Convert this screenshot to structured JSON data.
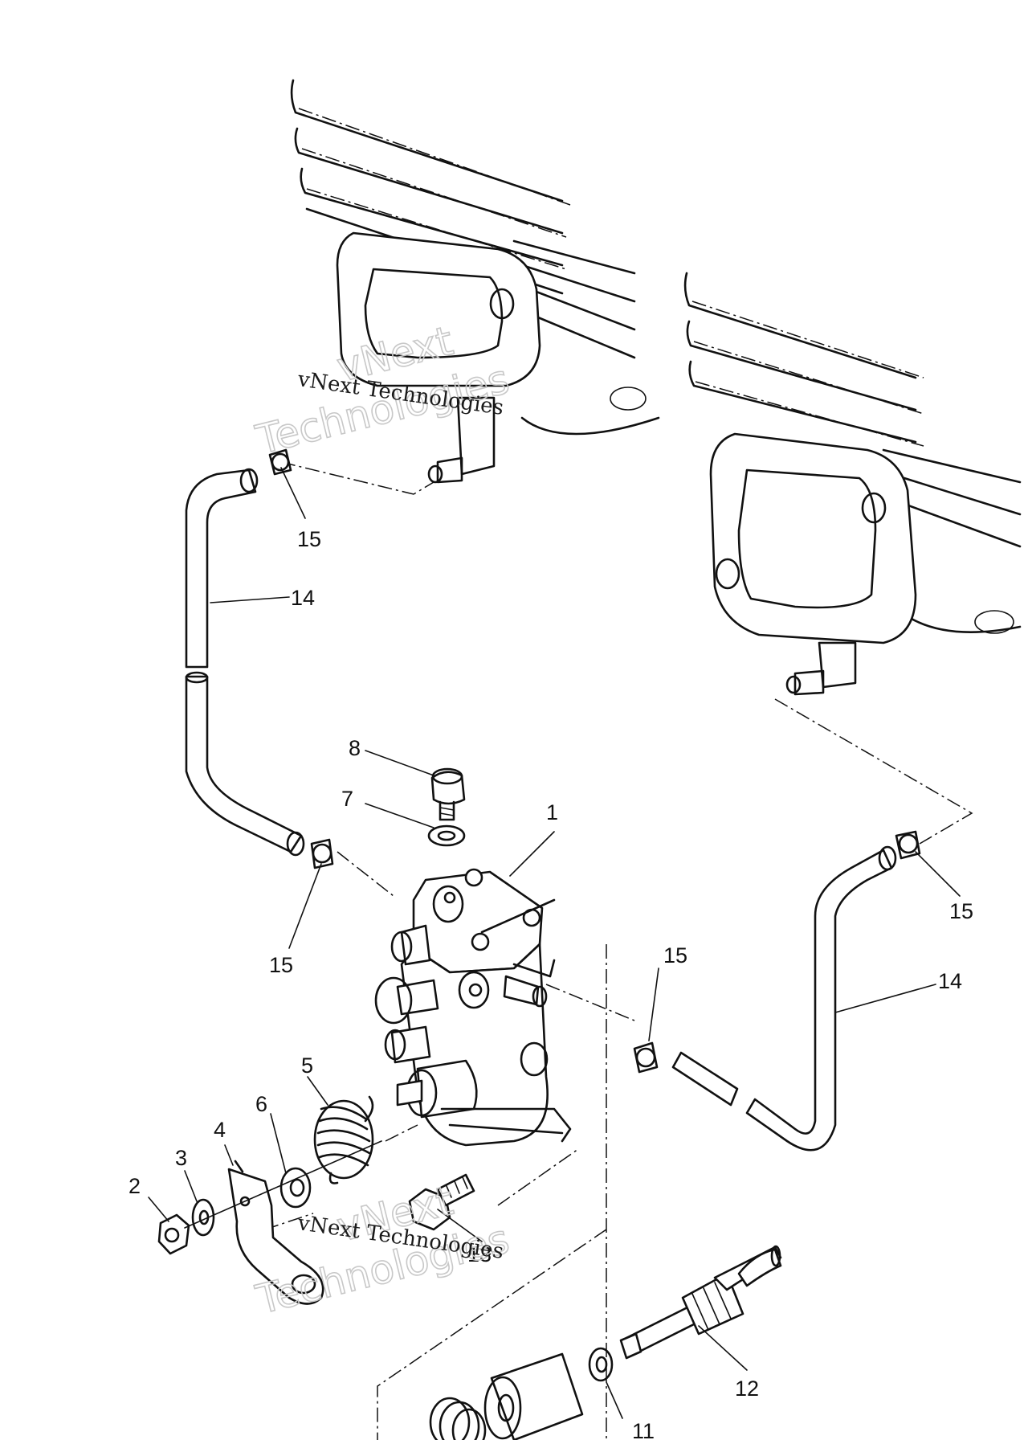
{
  "callouts": [
    {
      "id": "1",
      "text": "1"
    },
    {
      "id": "2",
      "text": "2"
    },
    {
      "id": "3",
      "text": "3"
    },
    {
      "id": "4",
      "text": "4"
    },
    {
      "id": "5",
      "text": "5"
    },
    {
      "id": "6",
      "text": "6"
    },
    {
      "id": "7",
      "text": "7"
    },
    {
      "id": "8",
      "text": "8"
    },
    {
      "id": "11",
      "text": "11"
    },
    {
      "id": "12",
      "text": "12"
    },
    {
      "id": "13",
      "text": "13"
    },
    {
      "id": "14a",
      "text": "14"
    },
    {
      "id": "14b",
      "text": "14"
    },
    {
      "id": "15a",
      "text": "15"
    },
    {
      "id": "15b",
      "text": "15"
    },
    {
      "id": "15c",
      "text": "15"
    },
    {
      "id": "15d",
      "text": "15"
    }
  ],
  "watermark": {
    "line1": "vNext",
    "line2": "Technologies",
    "small": "vNext Technologies"
  }
}
